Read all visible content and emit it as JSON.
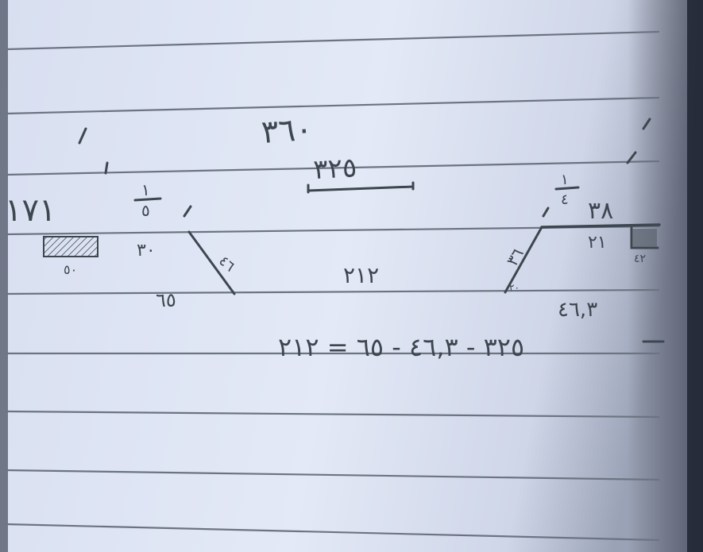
{
  "photo": {
    "subject": "notebook-page-handwritten-math",
    "colors": {
      "paper_light": "#dfe5f3",
      "paper_mid": "#c9d0e2",
      "paper_shadow": "#8b93a8",
      "ruled_line": "#6c7482",
      "pencil": "#3d4750",
      "hatch": "#5e6672"
    }
  },
  "handwriting": {
    "top_numbers": "٣٦٠",
    "sum_value": "٣٢٥",
    "row_right_value": "٣٨",
    "row_right_fraction_num": "١",
    "row_right_fraction_den": "٤",
    "row_left_fraction_num": "١",
    "row_left_fraction_den": "٥",
    "row_left_number": "١٧١",
    "trap_right_top": "٢١",
    "trap_right_side": "٣٦",
    "trap_right_corner": "٤٢",
    "trap_right_bottom_corner": "٢٠",
    "trap_mid_label": "٢١٢",
    "trap_left_top": "٣٠",
    "trap_left_side": "٤٦",
    "trap_left_bottom": "٦٥",
    "trap_left_box_label": "٥٠",
    "trap_under_right": "٤٦,٣",
    "equation": "٣٢٥ - ٤٦,٣ - ٦٥ = ٢١٢"
  }
}
